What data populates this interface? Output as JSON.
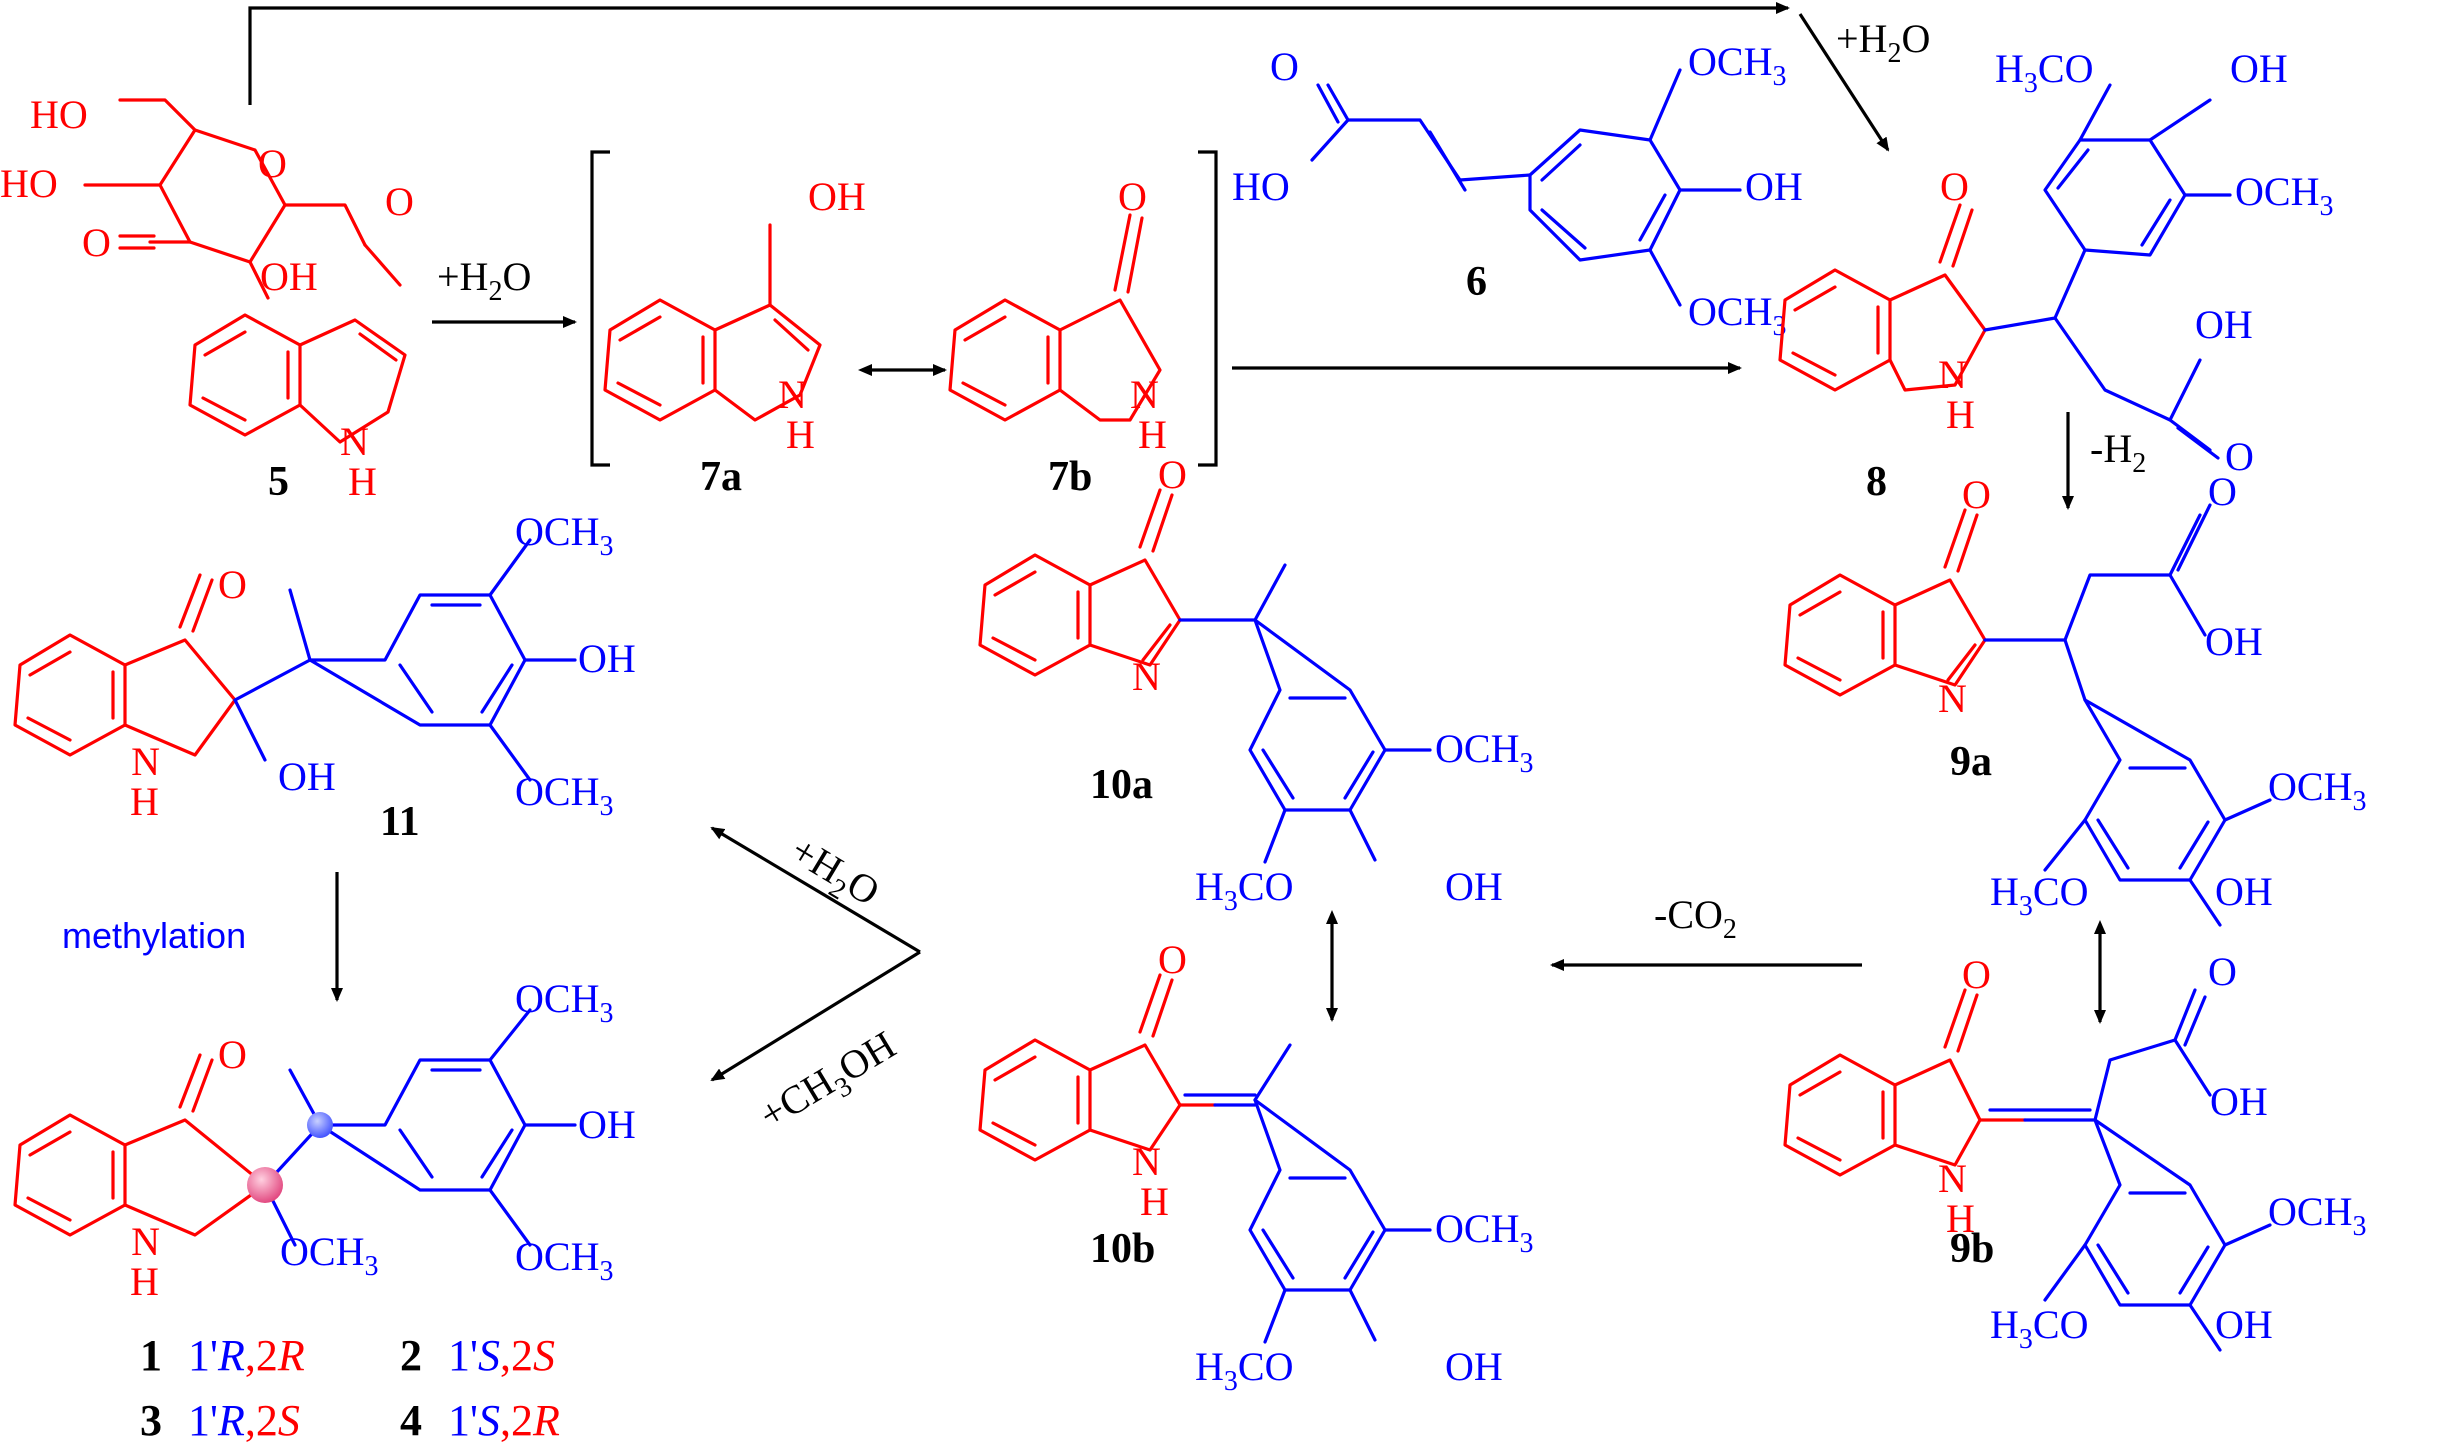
{
  "compounds": {
    "c5": "5",
    "c6": "6",
    "c7a": "7a",
    "c7b": "7b",
    "c8": "8",
    "c9a": "9a",
    "c9b": "9b",
    "c10a": "10a",
    "c10b": "10b",
    "c11": "11"
  },
  "conditions": {
    "top_h2o": "+H",
    "mid_h2o": "+H",
    "minus_h2": "-H",
    "minus_co2": "-CO",
    "plus_h2o_diag": "+H",
    "plus_ch3oh": "+CH",
    "methylation": "methylation"
  },
  "atoms": {
    "OH": "OH",
    "HO": "HO",
    "O": "O",
    "N": "N",
    "H": "H",
    "OCH3_base": "OCH",
    "H3CO_base": "H",
    "CO_suffix": "CO"
  },
  "stereo": [
    {
      "num": "1",
      "desc_blue": "1'",
      "r1": "R",
      "sep": ",2",
      "r2": "R"
    },
    {
      "num": "2",
      "desc_blue": "1'",
      "r1": "S",
      "sep": ",2",
      "r2": "S"
    },
    {
      "num": "3",
      "desc_blue": "1'",
      "r1": "R",
      "sep": ",2",
      "r2": "S"
    },
    {
      "num": "4",
      "desc_blue": "1'",
      "r1": "S",
      "sep": ",2",
      "r2": "R"
    }
  ],
  "colors": {
    "indole_part": "#ff0000",
    "sinapyl_part": "#0000ff",
    "arrows": "#000000"
  }
}
